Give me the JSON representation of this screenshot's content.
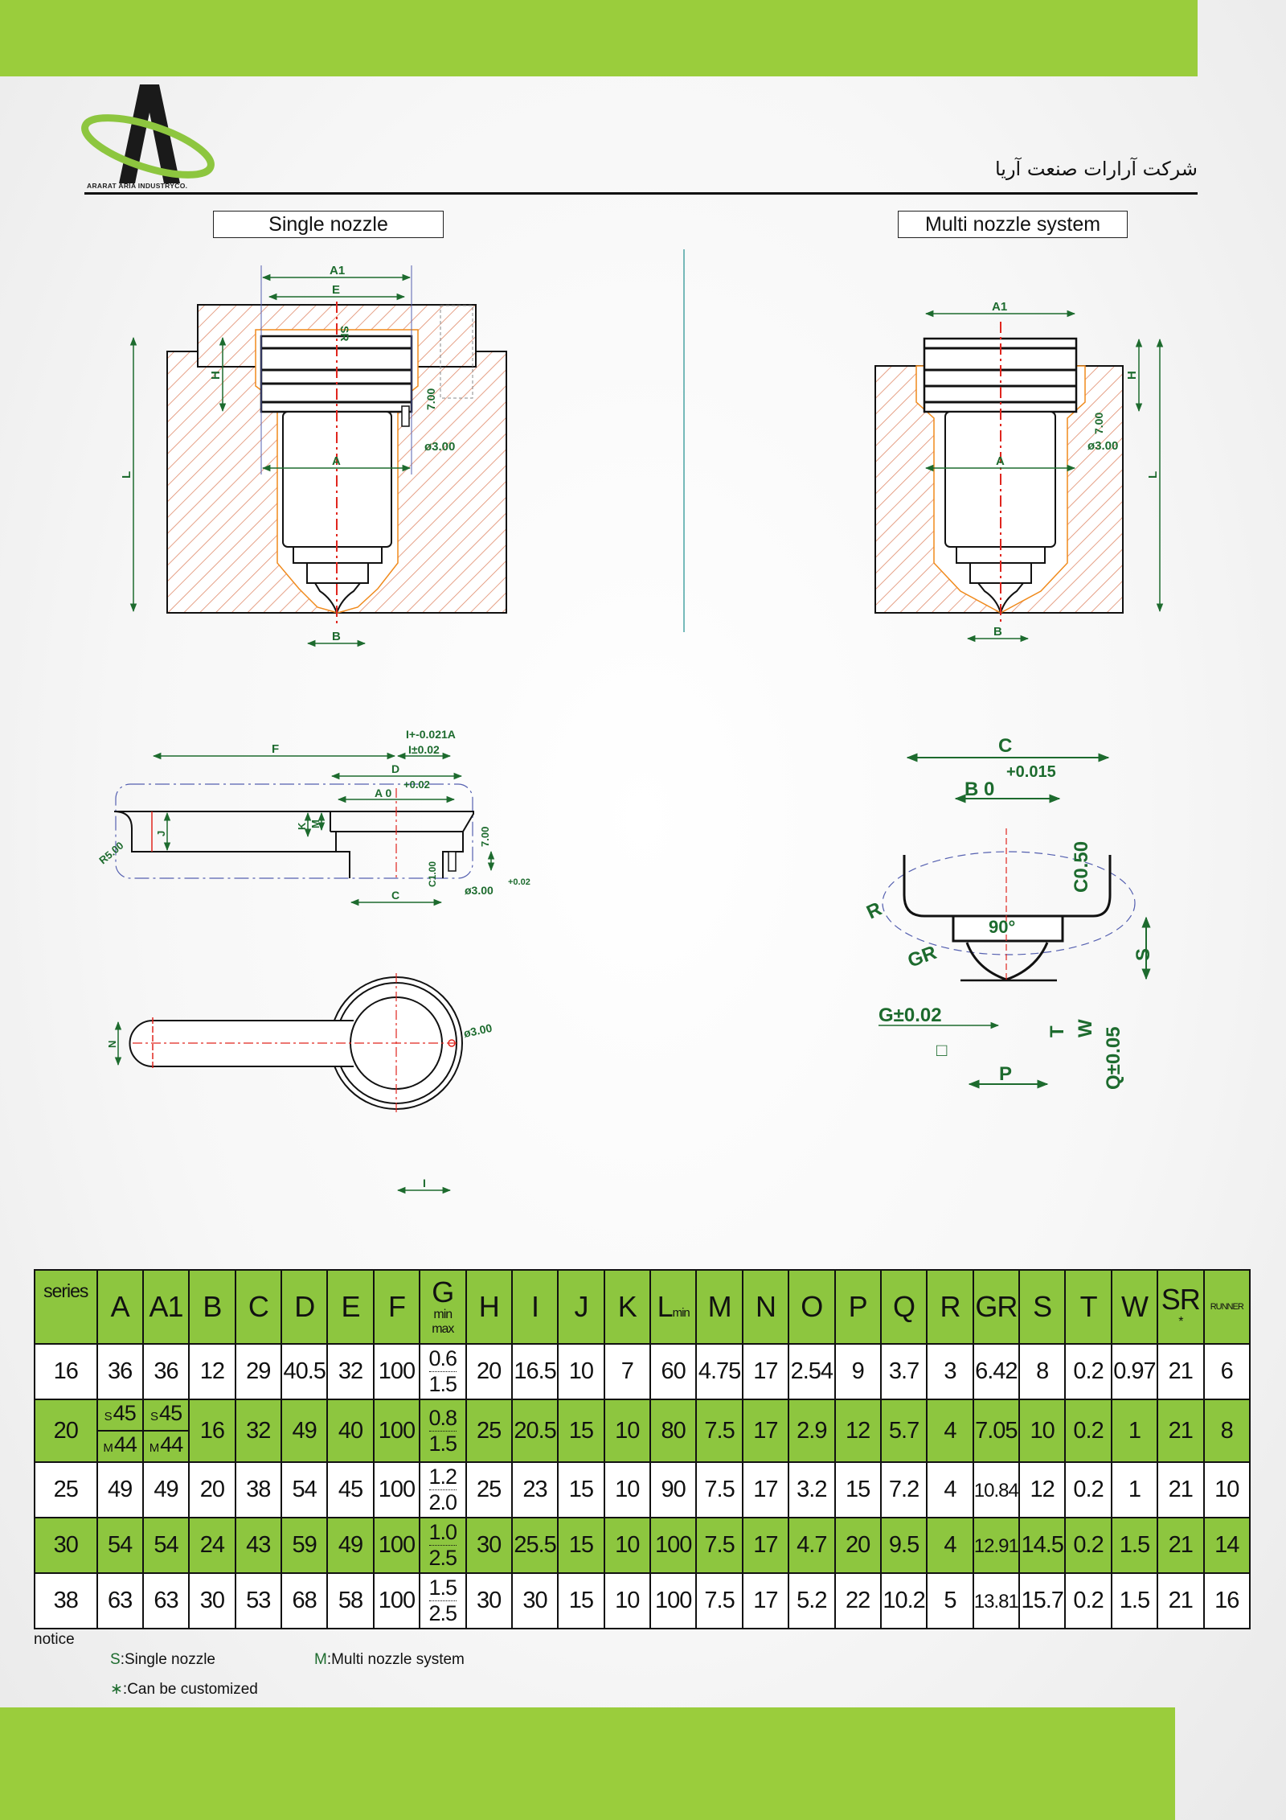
{
  "header": {
    "logo_text": "ARARAT ARIA INDUSTRYCO.",
    "company_name_fa": "شرکت آرارات صنعت آریا",
    "colors": {
      "brand_green": "#9acd3c",
      "table_green": "#8dc63f",
      "dimension_green": "#1d6b2e"
    }
  },
  "sections": {
    "single": "Single nozzle",
    "multi": "Multi nozzle system"
  },
  "drawings": {
    "single_nozzle": {
      "A1": "A1",
      "E": "E",
      "SR": "SR",
      "H": "H",
      "L": "L",
      "A": "A",
      "B": "B",
      "pin_depth": "7.00",
      "pin_dia": "ø3.00"
    },
    "multi_nozzle": {
      "A1": "A1",
      "H": "H",
      "L": "L",
      "A": "A",
      "B": "B",
      "pin_depth": "7.00",
      "pin_dia": "ø3.00"
    },
    "side_view": {
      "F": "F",
      "tol_a": "I+-0.021A",
      "tol_b": "I±0.02",
      "D": "D",
      "A_tol": "+0.02",
      "A": "A 0",
      "K": "K",
      "M": "M",
      "J": "J",
      "R": "R5.00",
      "C1": "C1.00",
      "C": "C",
      "depth": "7.00",
      "pin_dia": "ø3.00",
      "pin_tol": "+0.02"
    },
    "plan_view": {
      "N": "N",
      "I": "I",
      "pin_dia": "ø3.00"
    },
    "tip_detail": {
      "C": "C",
      "B_tol": "+0.015",
      "B": "B 0",
      "C050": "C0.50",
      "R": "R",
      "angle": "90°",
      "GR": "GR",
      "S": "S",
      "G": "G±0.02",
      "square": "□",
      "T": "T",
      "W": "W",
      "Q": "Q±0.05",
      "P": "P"
    }
  },
  "table": {
    "headers": [
      {
        "label": "series"
      },
      {
        "label": "A"
      },
      {
        "label": "A1"
      },
      {
        "label": "B"
      },
      {
        "label": "C"
      },
      {
        "label": "D"
      },
      {
        "label": "E"
      },
      {
        "label": "F"
      },
      {
        "label": "G",
        "sub": "min",
        "sub2": "max"
      },
      {
        "label": "H"
      },
      {
        "label": "I"
      },
      {
        "label": "J"
      },
      {
        "label": "K"
      },
      {
        "label": "L",
        "inline_sub": "min"
      },
      {
        "label": "M"
      },
      {
        "label": "N"
      },
      {
        "label": "O"
      },
      {
        "label": "P"
      },
      {
        "label": "Q"
      },
      {
        "label": "R"
      },
      {
        "label": "GR"
      },
      {
        "label": "S"
      },
      {
        "label": "T"
      },
      {
        "label": "W"
      },
      {
        "label": "SR",
        "sub": "*"
      },
      {
        "label": "RUNNER"
      }
    ],
    "rows": [
      [
        "16",
        "36",
        "36",
        "12",
        "29",
        "40.5",
        "32",
        "100",
        {
          "min": "0.6",
          "max": "1.5"
        },
        "20",
        "16.5",
        "10",
        "7",
        "60",
        "4.75",
        "17",
        "2.54",
        "9",
        "3.7",
        "3",
        "6.42",
        "8",
        "0.2",
        "0.97",
        "21",
        "6"
      ],
      [
        "20",
        {
          "s": "45",
          "m": "44"
        },
        {
          "s": "45",
          "m": "44"
        },
        "16",
        "32",
        "49",
        "40",
        "100",
        {
          "min": "0.8",
          "max": "1.5"
        },
        "25",
        "20.5",
        "15",
        "10",
        "80",
        "7.5",
        "17",
        "2.9",
        "12",
        "5.7",
        "4",
        "7.05",
        "10",
        "0.2",
        "1",
        "21",
        "8"
      ],
      [
        "25",
        "49",
        "49",
        "20",
        "38",
        "54",
        "45",
        "100",
        {
          "min": "1.2",
          "max": "2.0"
        },
        "25",
        "23",
        "15",
        "10",
        "90",
        "7.5",
        "17",
        "3.2",
        "15",
        "7.2",
        "4",
        "10.84",
        "12",
        "0.2",
        "1",
        "21",
        "10"
      ],
      [
        "30",
        "54",
        "54",
        "24",
        "43",
        "59",
        "49",
        "100",
        {
          "min": "1.0",
          "max": "2.5"
        },
        "30",
        "25.5",
        "15",
        "10",
        "100",
        "7.5",
        "17",
        "4.7",
        "20",
        "9.5",
        "4",
        "12.91",
        "14.5",
        "0.2",
        "1.5",
        "21",
        "14"
      ],
      [
        "38",
        "63",
        "63",
        "30",
        "53",
        "68",
        "58",
        "100",
        {
          "min": "1.5",
          "max": "2.5"
        },
        "30",
        "30",
        "15",
        "10",
        "100",
        "7.5",
        "17",
        "5.2",
        "22",
        "10.2",
        "5",
        "13.81",
        "15.7",
        "0.2",
        "1.5",
        "21",
        "16"
      ]
    ],
    "split_keys": {
      "s": "S",
      "m": "M"
    }
  },
  "notice": {
    "title": "notice",
    "items": [
      {
        "key": "S",
        "text": ":Single nozzle"
      },
      {
        "key": "M",
        "text": ":Multi nozzle system"
      },
      {
        "key": "∗",
        "text": ":Can be customized"
      }
    ]
  }
}
